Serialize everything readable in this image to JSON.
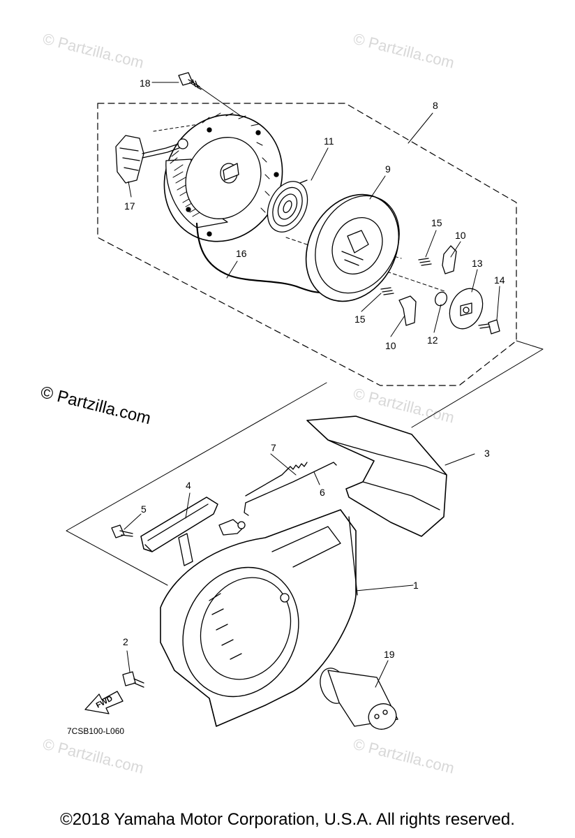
{
  "watermark_text": "© Partzilla.com",
  "partzilla_mark": "© Partzilla.com",
  "diagram_code": "7CSB100-L060",
  "fwd_label": "FWD",
  "copyright": "©2018  Yamaha Motor Corporation, U.S.A. All rights reserved.",
  "callouts": [
    "1",
    "2",
    "3",
    "4",
    "5",
    "6",
    "7",
    "8",
    "9",
    "10",
    "10",
    "11",
    "12",
    "13",
    "14",
    "15",
    "15",
    "16",
    "17",
    "18",
    "19"
  ]
}
